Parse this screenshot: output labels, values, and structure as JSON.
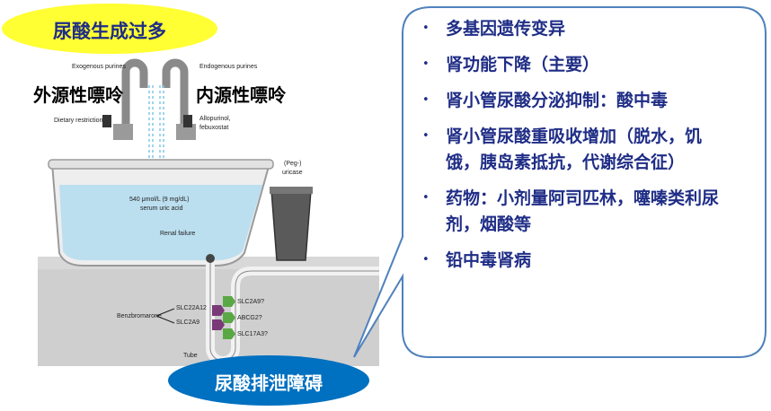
{
  "title_oval": {
    "text": "尿酸生成过多",
    "fill": "#ffff33"
  },
  "bottom_oval": {
    "text": "尿酸排泄障碍",
    "fill": "#0070c0"
  },
  "labels": {
    "exogenous_cn": "外源性嘌呤",
    "endogenous_cn": "内源性嘌呤",
    "exogenous_en": "Exogenous purines",
    "endogenous_en": "Endogenous purines",
    "dietary": "Dietary restriction",
    "allopurinol_1": "Allopurinol,",
    "allopurinol_2": "febuxostat",
    "peg_1": "(Peg-)",
    "peg_2": "uricase",
    "level_1": "540 μmol/L (9 mg/dL)",
    "level_2": "serum uric acid",
    "renal": "Renal failure",
    "benzbromarone": "Benzbromarone",
    "slc22a12": "SLC22A12",
    "slc2a9_left": "SLC2A9",
    "slc2a9_right": "SLC2A9?",
    "abcg2": "ABCG2?",
    "slc17a3": "SLC17A3?",
    "tube": "Tube"
  },
  "bullets": [
    "多基因遗传变异",
    "肾功能下降（主要）",
    "肾小管尿酸分泌抑制：酸中毒",
    "肾小管尿酸重吸收增加（脱水，饥饿，胰岛素抵抗，代谢综合征）",
    "药物：小剂量阿司匹林，噻嗪类利尿剂，烟酸等",
    "铅中毒肾病"
  ],
  "colors": {
    "text_blue": "#1f2d86",
    "callout_border": "#4f81bd",
    "water": "#bcdff0",
    "transporter_green": "#5aa845",
    "transporter_purple": "#7a3a78"
  }
}
